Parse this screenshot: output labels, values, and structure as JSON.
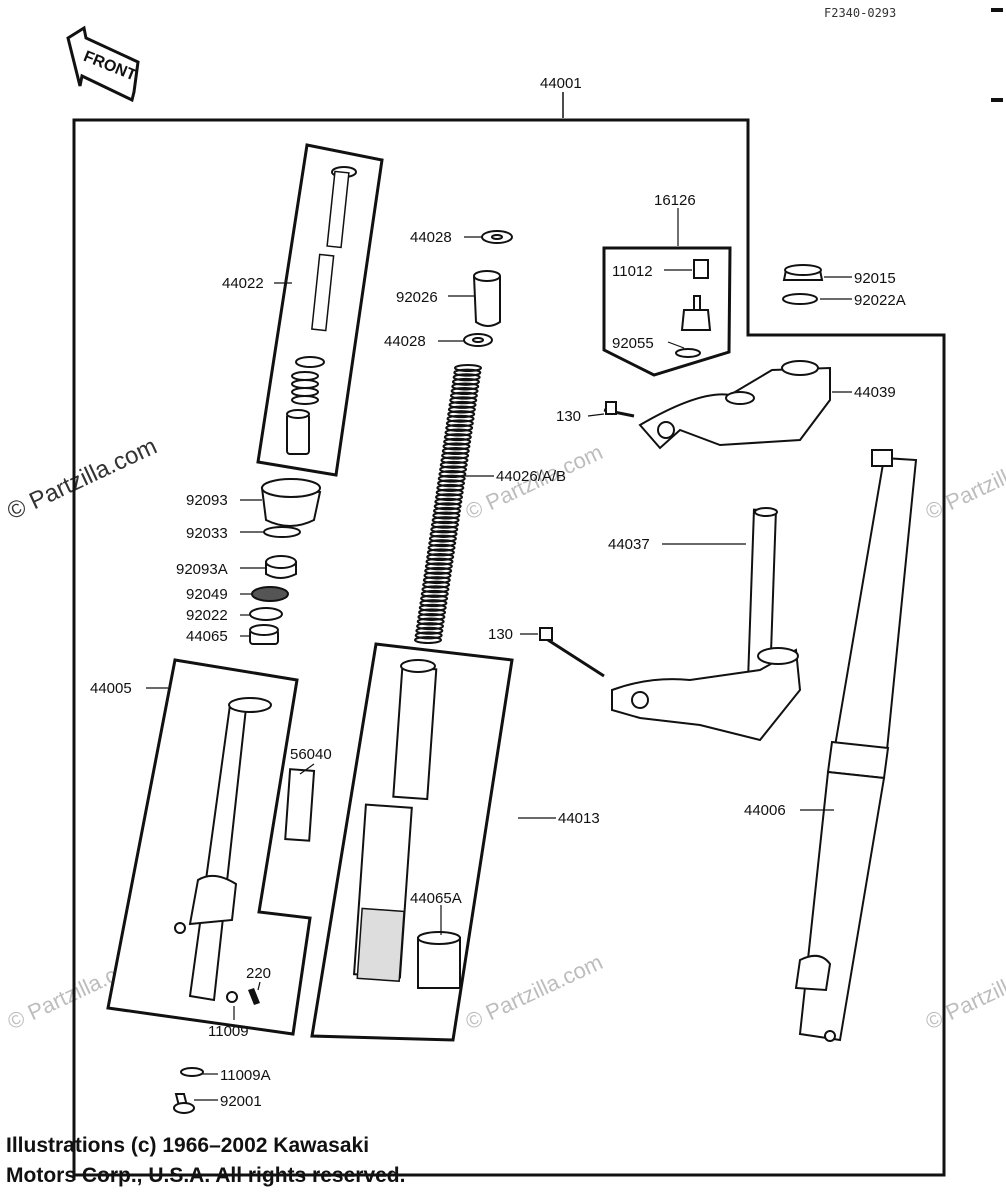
{
  "diagram": {
    "ref_code": "F2340-0293",
    "front_label": "FRONT",
    "assembly_label": "44001",
    "watermark": "© Partzilla.com",
    "copyright_line1": "Illustrations (c) 1966–2002 Kawasaki",
    "copyright_line2": "Motors Corp., U.S.A. All rights reserved.",
    "callouts": {
      "p16126": "16126",
      "p11012": "11012",
      "p92055": "92055",
      "p92015": "92015",
      "p92022A": "92022A",
      "p44039": "44039",
      "p130a": "130",
      "p44028a": "44028",
      "p92026": "92026",
      "p44028b": "44028",
      "p44022": "44022",
      "p44026": "44026/A/B",
      "p92093": "92093",
      "p92033": "92033",
      "p92093A": "92093A",
      "p92049": "92049",
      "p92022": "92022",
      "p44065": "44065",
      "p44037": "44037",
      "p130b": "130",
      "p44005": "44005",
      "p56040": "56040",
      "p44013": "44013",
      "p44006": "44006",
      "p44065A": "44065A",
      "p220": "220",
      "p11009": "11009",
      "p11009A": "11009A",
      "p92001": "92001"
    }
  }
}
